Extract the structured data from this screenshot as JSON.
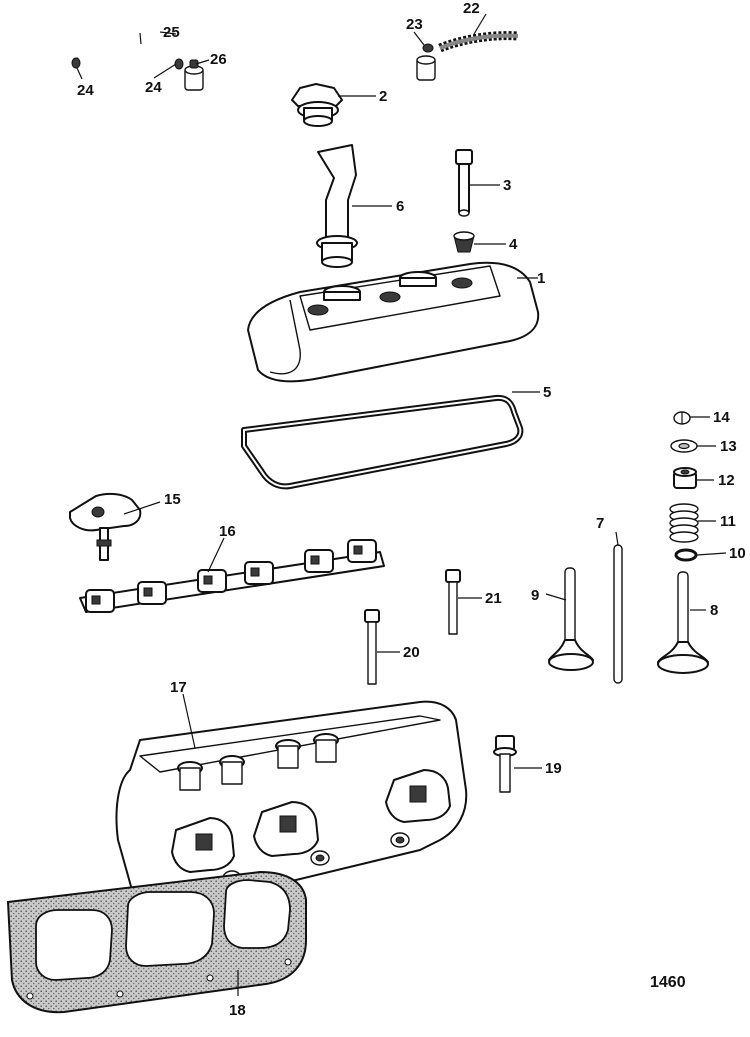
{
  "figure_number": "1460",
  "callouts": [
    "1",
    "2",
    "3",
    "4",
    "5",
    "6",
    "7",
    "8",
    "9",
    "10",
    "11",
    "12",
    "13",
    "14",
    "15",
    "16",
    "17",
    "18",
    "19",
    "20",
    "21",
    "22",
    "23",
    "24",
    "24",
    "25",
    "26"
  ]
}
